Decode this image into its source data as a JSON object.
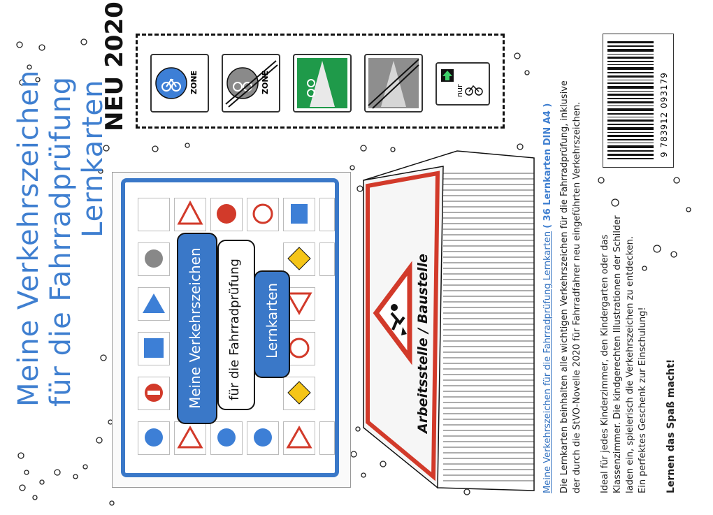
{
  "title": {
    "line1": "Meine Verkehrszeichen",
    "line2": "für die Fahrradprüfung",
    "line3": "Lernkarten"
  },
  "badge": "NEU 2020",
  "new_signs": {
    "zone": "ZONE",
    "zone_end": "ZONE",
    "nur": "nur"
  },
  "deck": {
    "title_part1": "Meine Verkehrszeichen",
    "title_part2": "für die Fahrradprüfung",
    "title_part3": "Lernkarten"
  },
  "stack_sign": {
    "label": "Arbeitsstelle / Baustelle"
  },
  "barcode": {
    "number": "9 783912 093179"
  },
  "description": {
    "heading": "Meine Verkehrszeichen für die Fahrradprüfung Lernkarten",
    "heading_meta": "( 36 Lernkarten DIN A4 )",
    "p1_l1": "Die Lernkarten beinhalten alle wichtigen Verkehrszeichen für die Fahrradprüfung, inklusive",
    "p1_l2": "der durch die StVO-Novelle 2020 für Fahrradfahrer neu eingeführten Verkehrszeichen.",
    "p2_l1": "Ideal für jedes Kinderzimmer, den Kindergarten oder das",
    "p2_l2": "Klassenzimmer. Die kindgerechten Illustrationen der Schilder",
    "p2_l3": "laden ein, spielerisch die Verkehrszeichen zu entdecken.",
    "p2_l4": "Ein perfektes Geschenk zur Einschulung!",
    "closing": "Lernen das Spaß macht!"
  },
  "colors": {
    "title_blue": "#3f7fd0",
    "sign_blue": "#3d7fd6",
    "sign_green": "#1f9a4a",
    "sign_red": "#d23a2a",
    "ink": "#111111"
  }
}
